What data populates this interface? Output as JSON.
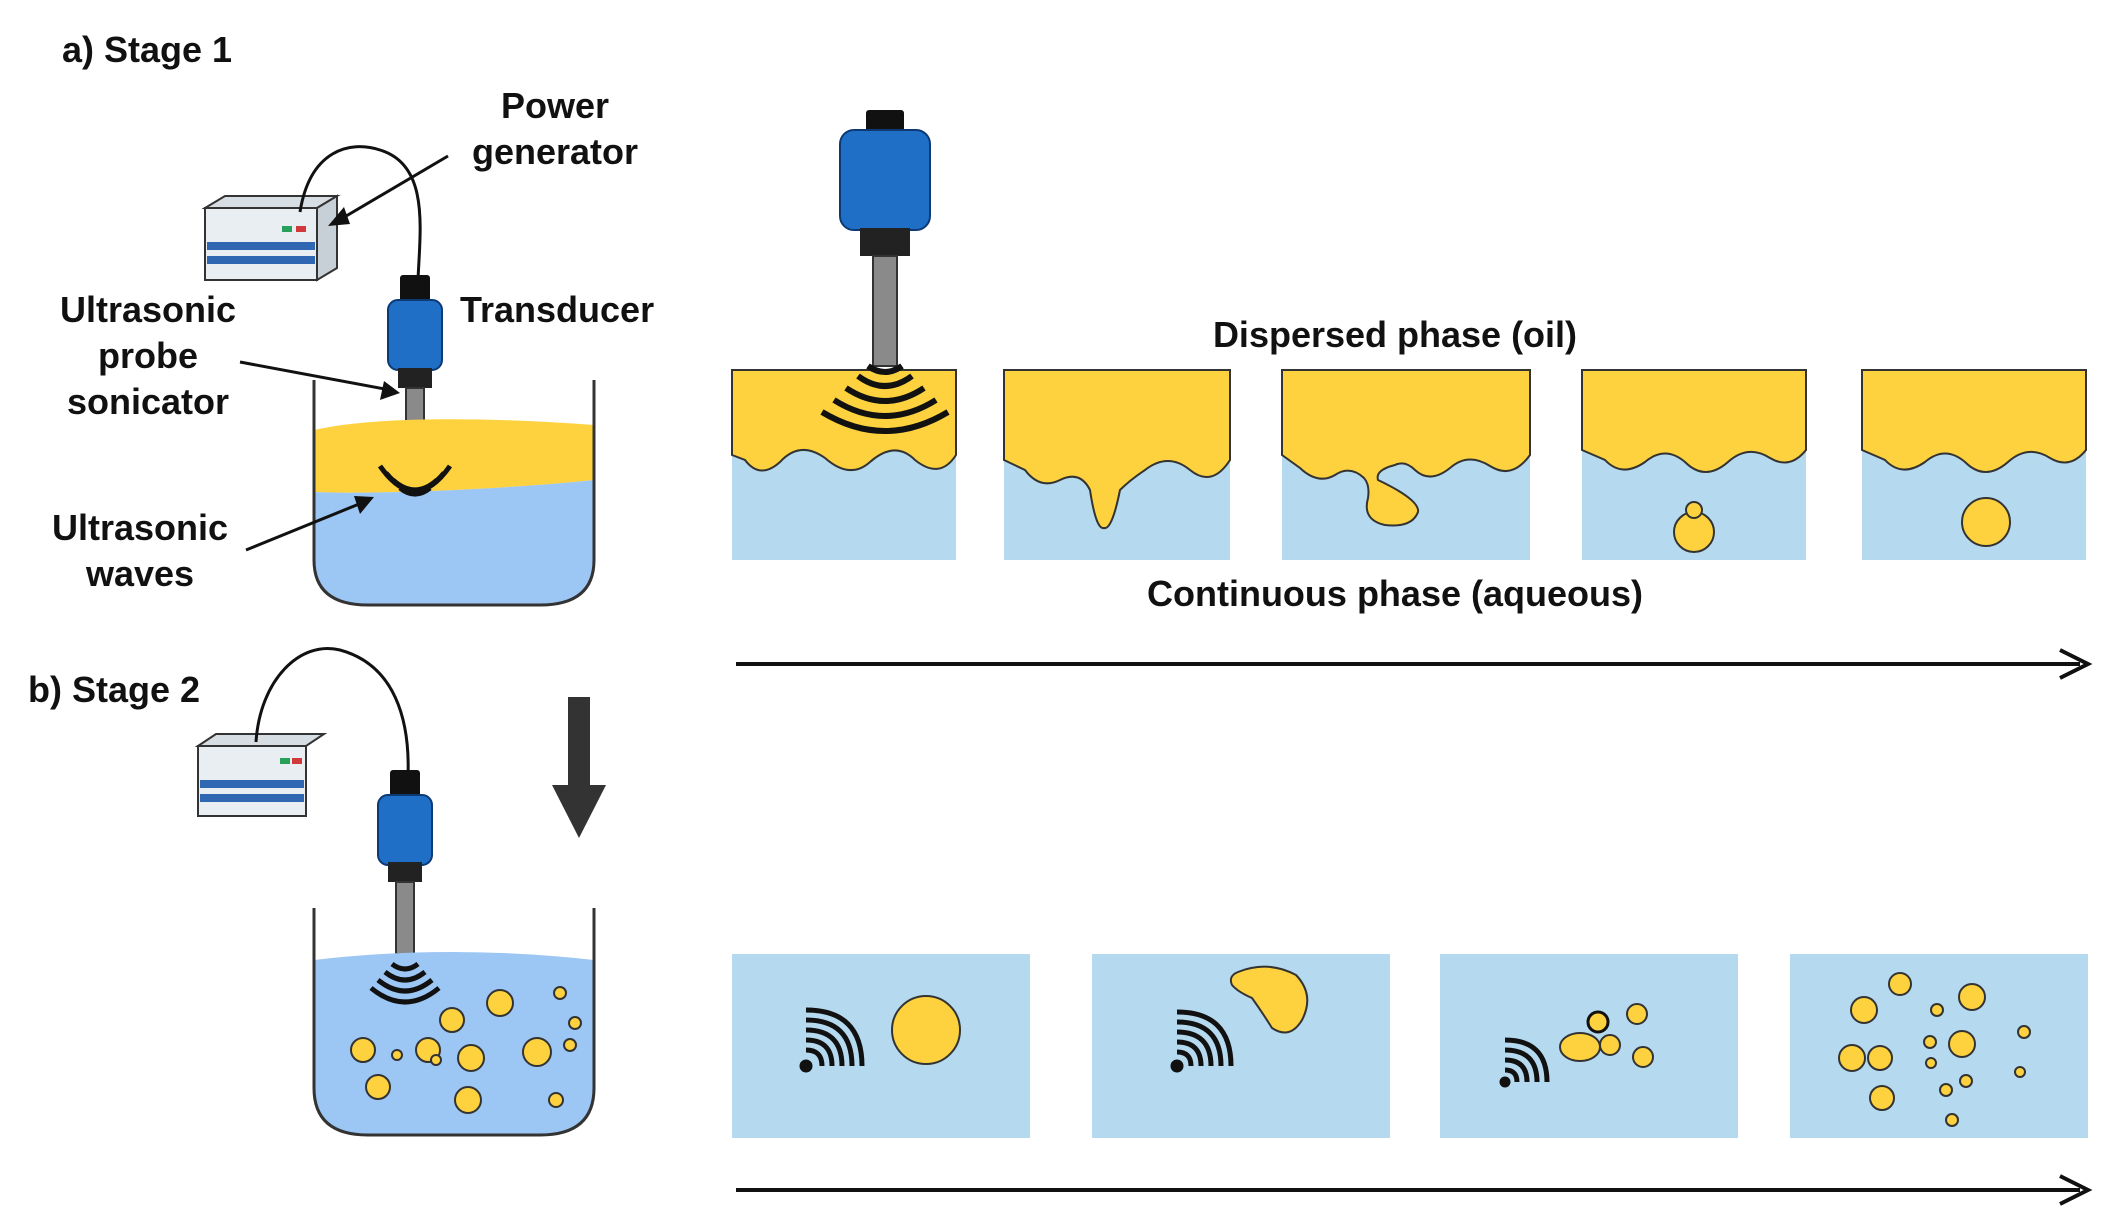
{
  "stage1": {
    "heading": "a) Stage 1",
    "power_generator_line1": "Power",
    "power_generator_line2": "generator",
    "transducer": "Transducer",
    "probe_line1": "Ultrasonic",
    "probe_line2": "probe",
    "probe_line3": "sonicator",
    "waves_line1": "Ultrasonic",
    "waves_line2": "waves",
    "dispersed_phase": "Dispersed phase (oil)",
    "continuous_phase": "Continuous phase (aqueous)"
  },
  "stage2": {
    "heading": "b) Stage 2"
  },
  "colors": {
    "oil": "#FDD23E",
    "aqueous_panel": "#B5D9EF",
    "beaker_water": "#9CC6F3",
    "probe_blue": "#1F6FC7",
    "probe_rod": "#8A8A8A",
    "outline": "#111111"
  },
  "icons": {
    "power_generator": "power-generator-icon",
    "transducer": "transducer-icon",
    "beaker": "beaker-icon",
    "sound_waves": "sound-waves-icon",
    "down_arrow": "down-arrow-icon",
    "time_arrow": "time-arrow-icon"
  }
}
